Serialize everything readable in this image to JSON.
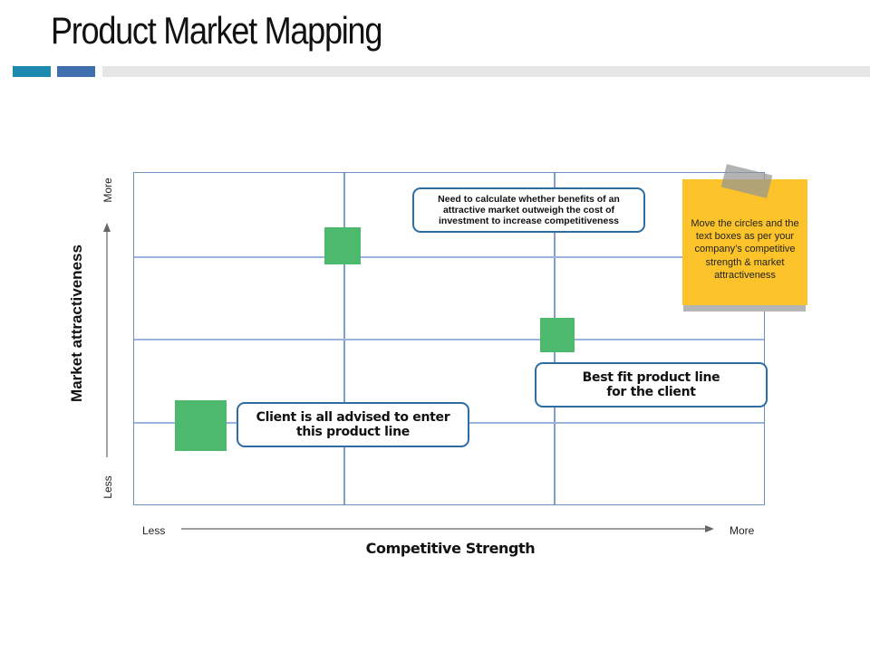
{
  "header": {
    "title": "Product Market Mapping",
    "accent_colors": [
      "#1F8AB0",
      "#3F6FAE",
      "#E6E6E6"
    ]
  },
  "matrix": {
    "rows": 4,
    "columns": 3,
    "grid_color": "#8EA9DB",
    "marker_color": "#4CB96D",
    "callout_border_color": "#2E6DA4"
  },
  "axes": {
    "y": {
      "title": "Market attractiveness",
      "low_label": "Less",
      "high_label": "More"
    },
    "x": {
      "title": "Competitive Strength",
      "low_label": "Less",
      "high_label": "More"
    }
  },
  "markers": [
    {
      "name": "product-marker-top"
    },
    {
      "name": "product-marker-middle"
    },
    {
      "name": "product-marker-bottom"
    }
  ],
  "callouts": {
    "top": "Need to calculate whether benefits of an attractive market outweigh the cost of investment to increase competitiveness",
    "middle": "Best fit product line for the client",
    "bottom": "Client is all advised to enter this product line"
  },
  "sticky_note": {
    "text": "Move  the circles and the text  boxes as per your company’s competitive strength & market attractiveness",
    "color": "#FCC42A"
  }
}
